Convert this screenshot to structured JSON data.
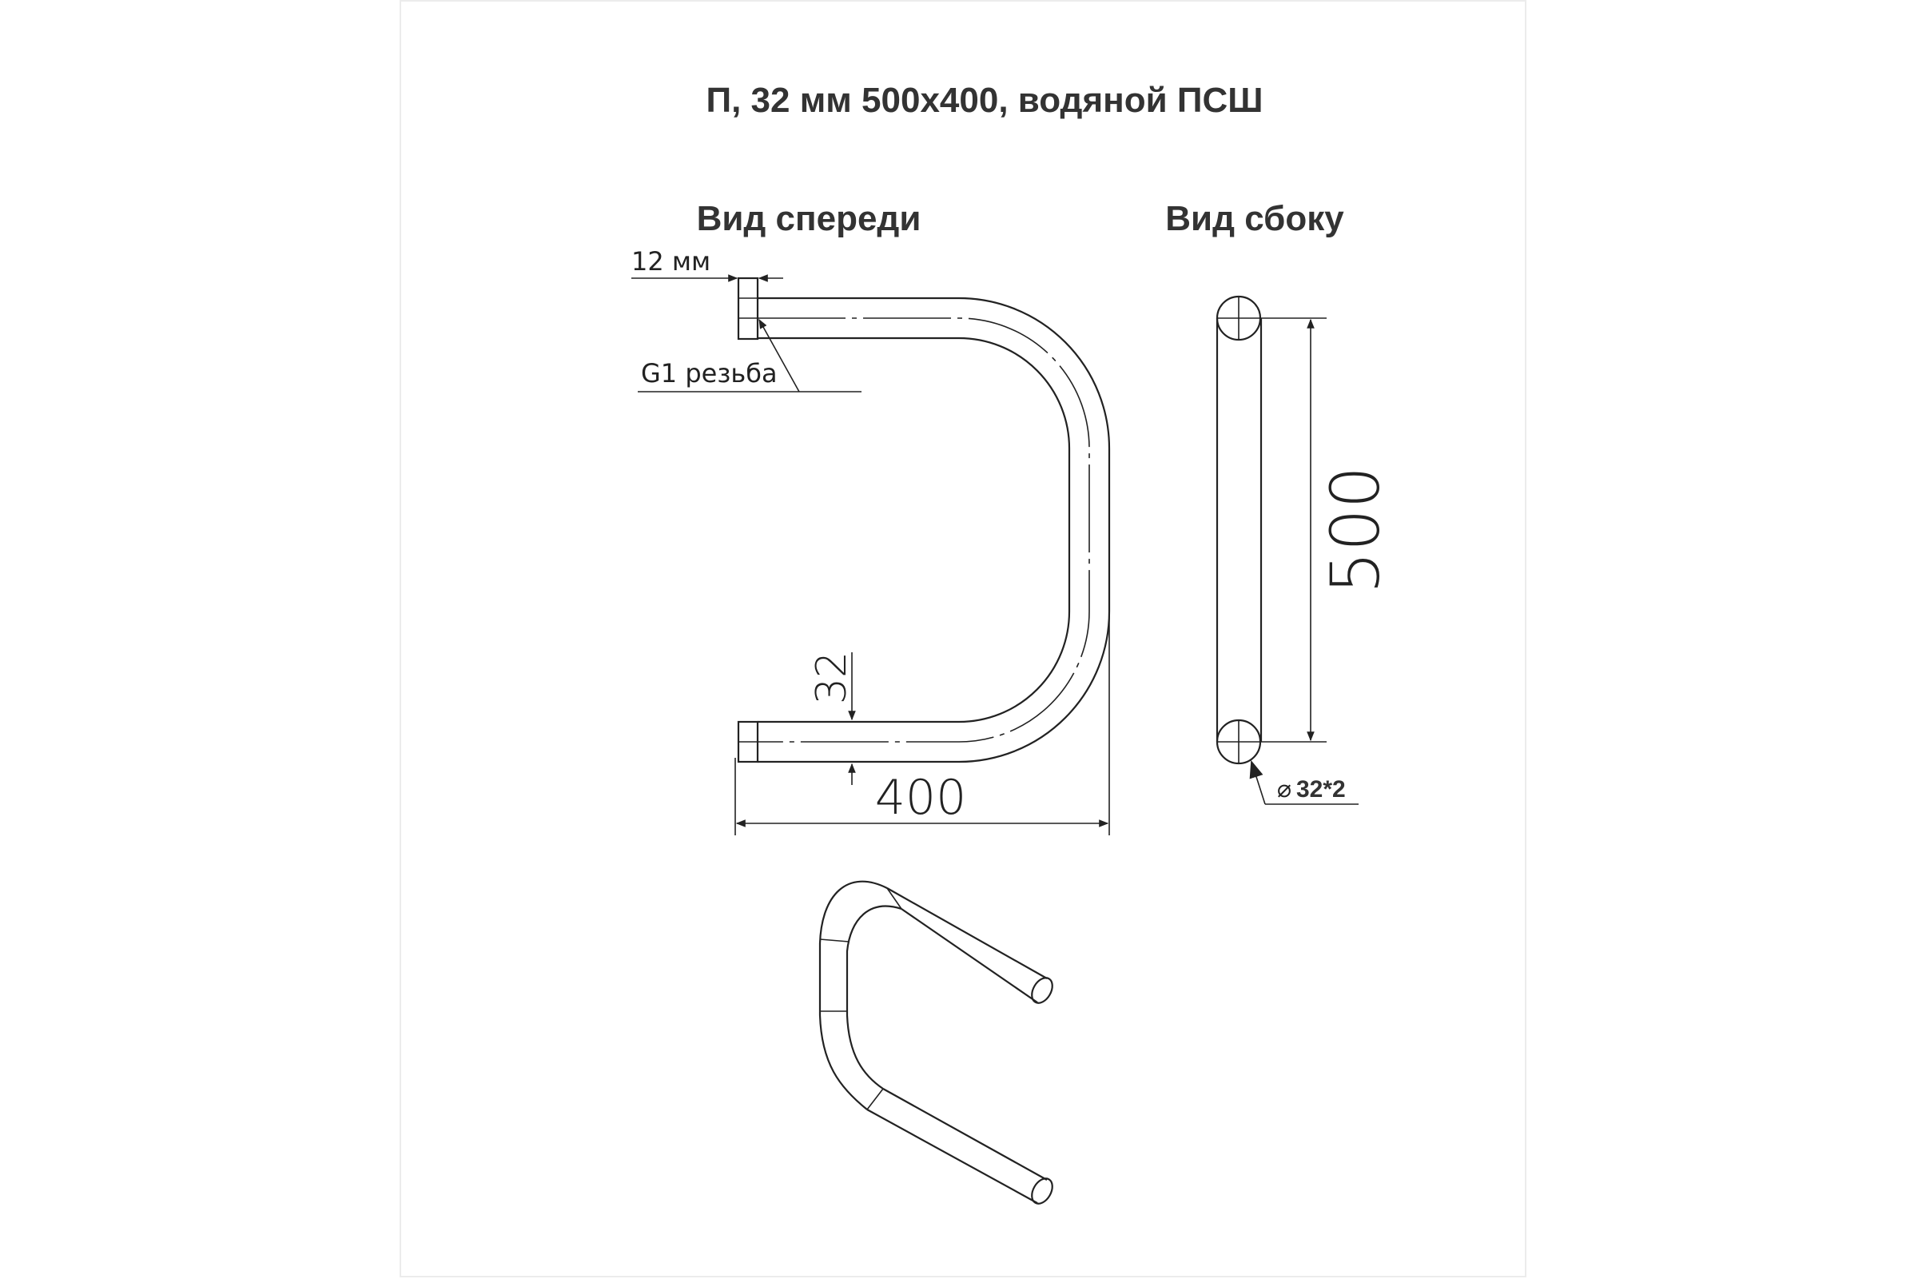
{
  "title": "П, 32 мм  500х400, водяной ПСШ",
  "views": {
    "front": {
      "label": "Вид спереди"
    },
    "side": {
      "label": "Вид сбоку"
    }
  },
  "dimensions": {
    "thread_width": "12 мм",
    "thread_label": "G1 резьба",
    "pipe_offset": "32",
    "width": "400",
    "height": "500",
    "diameter": "32*2",
    "diameter_symbol": "⌀"
  }
}
